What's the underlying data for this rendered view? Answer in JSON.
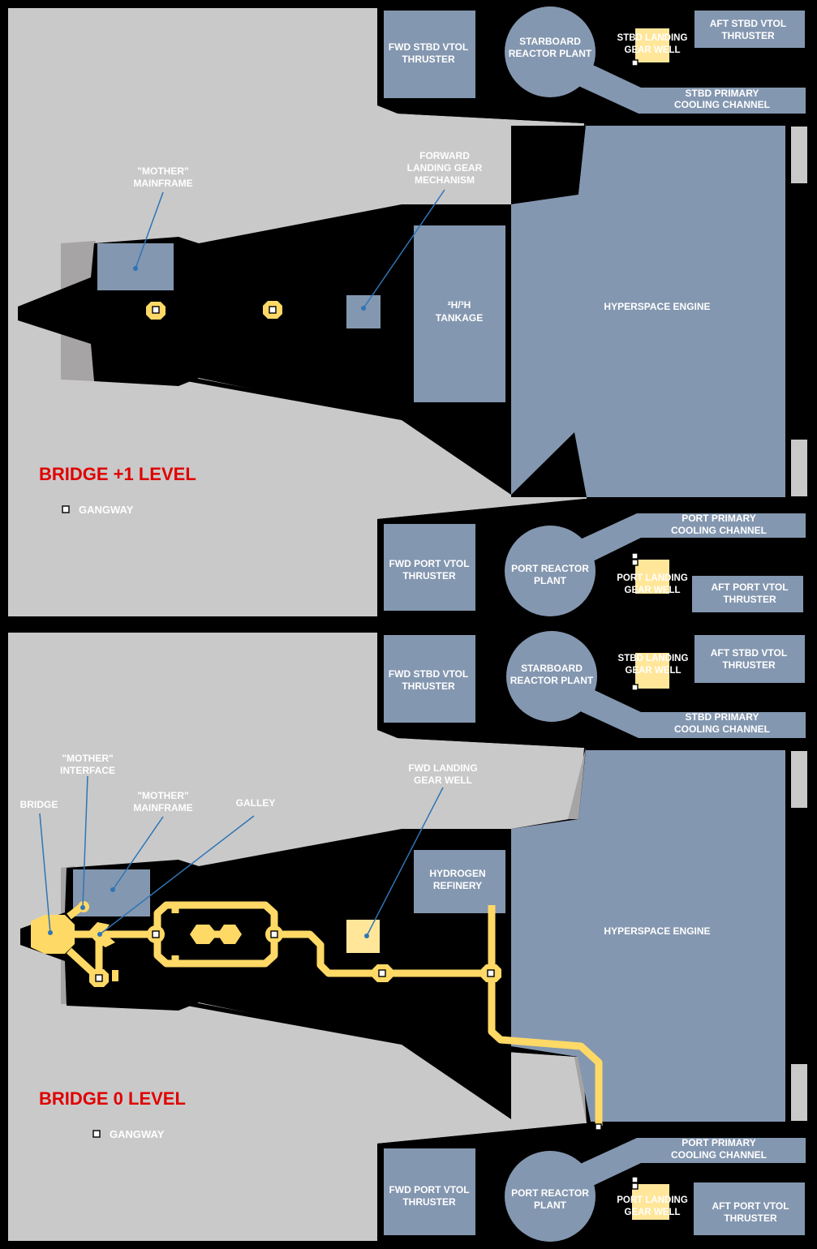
{
  "colors": {
    "background": "#000000",
    "hull": "#c9c9c9",
    "hull_shadow": "#a6a4a4",
    "room": "#8497b0",
    "corridor": "#ffd966",
    "gear_well": "#ffe699",
    "leader": "#2e75b6",
    "level_title": "#e00000",
    "label": "#ffffff"
  },
  "decks": [
    {
      "id": "plus1",
      "title": "BRIDGE +1 LEVEL",
      "legend": {
        "symbol": "hatch-square-icon",
        "label": "GANGWAY"
      },
      "rooms": {
        "fwd_stbd_vtol": [
          "FWD STBD VTOL",
          "THRUSTER"
        ],
        "stbd_reactor": [
          "STARBOARD",
          "REACTOR PLANT"
        ],
        "stbd_gear_well": [
          "STBD LANDING",
          "GEAR WELL"
        ],
        "aft_stbd_vtol": [
          "AFT STBD VTOL",
          "THRUSTER"
        ],
        "stbd_cooling": [
          "STBD PRIMARY",
          "COOLING CHANNEL"
        ],
        "hyperspace": [
          "HYPERSPACE ENGINE"
        ],
        "tankage": [
          "²H/³H",
          "TANKAGE"
        ],
        "fwd_port_vtol": [
          "FWD PORT VTOL",
          "THRUSTER"
        ],
        "port_reactor": [
          "PORT REACTOR",
          "PLANT"
        ],
        "port_gear_well": [
          "PORT LANDING",
          "GEAR WELL"
        ],
        "aft_port_vtol": [
          "AFT PORT VTOL",
          "THRUSTER"
        ],
        "port_cooling": [
          "PORT PRIMARY",
          "COOLING CHANNEL"
        ]
      },
      "callouts": {
        "mainframe": [
          "\"MOTHER\"",
          "MAINFRAME"
        ],
        "fwd_gear_mech": [
          "FORWARD",
          "LANDING GEAR",
          "MECHANISM"
        ]
      }
    },
    {
      "id": "zero",
      "title": "BRIDGE 0 LEVEL",
      "legend": {
        "symbol": "hatch-square-icon",
        "label": "GANGWAY"
      },
      "rooms": {
        "fwd_stbd_vtol": [
          "FWD STBD VTOL",
          "THRUSTER"
        ],
        "stbd_reactor": [
          "STARBOARD",
          "REACTOR PLANT"
        ],
        "stbd_gear_well": [
          "STBD LANDING",
          "GEAR WELL"
        ],
        "aft_stbd_vtol": [
          "AFT STBD VTOL",
          "THRUSTER"
        ],
        "stbd_cooling": [
          "STBD PRIMARY",
          "COOLING CHANNEL"
        ],
        "hyperspace": [
          "HYPERSPACE ENGINE"
        ],
        "refinery": [
          "HYDROGEN",
          "REFINERY"
        ],
        "fwd_port_vtol": [
          "FWD PORT VTOL",
          "THRUSTER"
        ],
        "port_reactor": [
          "PORT REACTOR",
          "PLANT"
        ],
        "port_gear_well": [
          "PORT LANDING",
          "GEAR WELL"
        ],
        "aft_port_vtol": [
          "AFT PORT VTOL",
          "THRUSTER"
        ],
        "port_cooling": [
          "PORT PRIMARY",
          "COOLING CHANNEL"
        ]
      },
      "callouts": {
        "bridge": [
          "BRIDGE"
        ],
        "interface": [
          "\"MOTHER\"",
          "INTERFACE"
        ],
        "mainframe": [
          "\"MOTHER\"",
          "MAINFRAME"
        ],
        "galley": [
          "GALLEY"
        ],
        "fwd_gear_well": [
          "FWD LANDING",
          "GEAR WELL"
        ]
      }
    }
  ]
}
